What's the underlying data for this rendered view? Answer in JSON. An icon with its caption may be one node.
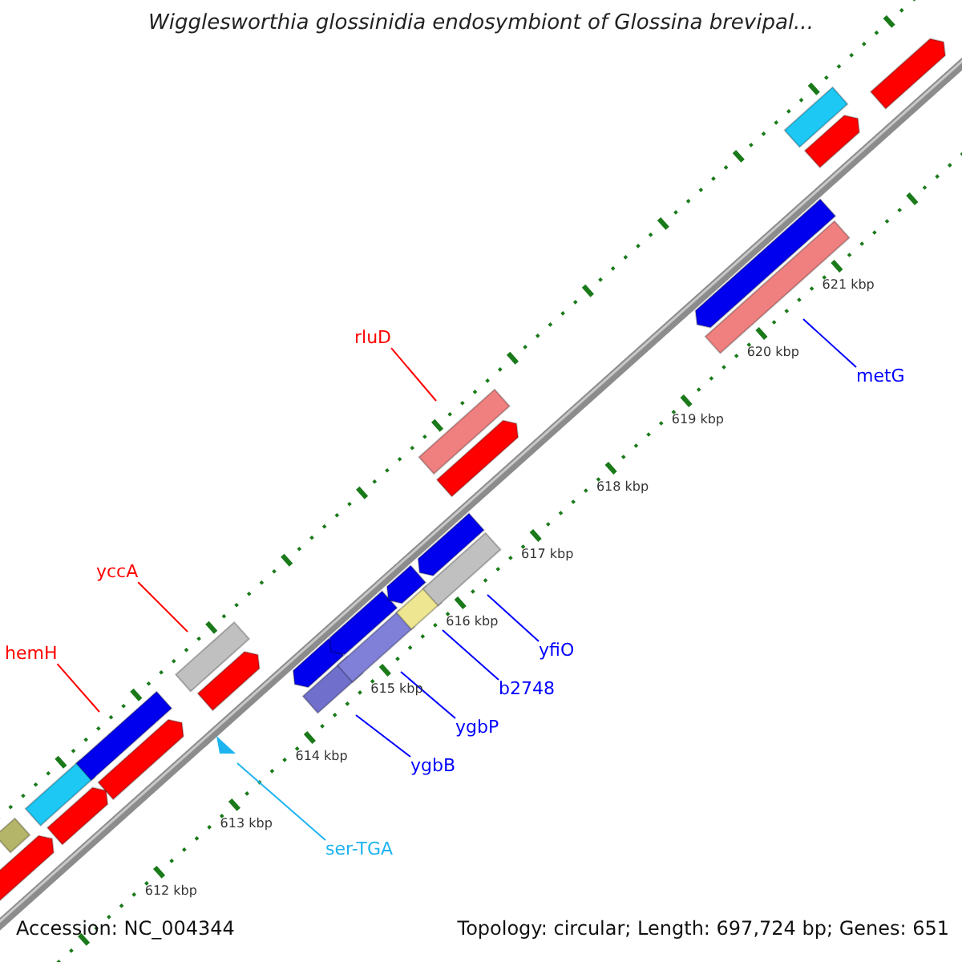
{
  "diagram": {
    "title": "Wigglesworthia glossinidia endosymbiont of Glossina brevipal...",
    "nodes": [
      {
        "text": [
          "hemH"
        ]
      },
      {
        "text": [],
        "shape": "bar"
      },
      {
        "text": [
          "yccA"
        ]
      },
      {
        "text": [],
        "shape": "bar"
      },
      {
        "text": [
          "rluD"
        ]
      },
      {
        "text": [],
        "shape": "bar"
      },
      {
        "text": [
          "ser-TGA"
        ]
      },
      {
        "text": [],
        "shape": "triangle"
      },
      {
        "text": [
          "ygbB"
        ]
      },
      {
        "text": [],
        "shape": "bar"
      },
      {
        "text": [
          "ygbP"
        ]
      },
      {
        "text": [],
        "shape": "bar"
      },
      {
        "text": [
          "b2748"
        ]
      },
      {
        "text": [],
        "shape": "bar"
      },
      {
        "text": [
          "yfiO"
        ]
      },
      {
        "text": [],
        "shape": "bar"
      },
      {
        "text": [
          "metG"
        ]
      },
      {
        "text": [],
        "shape": "bar"
      },
      {
        "text": [],
        "shape": "bar"
      },
      {
        "text": [],
        "shape": "bar"
      },
      {
        "text": [],
        "shape": "bar"
      },
      {
        "text": [],
        "shape": "bar"
      },
      {
        "text": [],
        "shape": "bar"
      },
      {
        "text": [],
        "shape": "bar"
      },
      {
        "text": [],
        "shape": "bar"
      },
      {
        "text": [],
        "shape": "bar"
      },
      {
        "text": [],
        "shape": "bar"
      },
      {
        "text": [],
        "shape": "bar"
      },
      {
        "text": [],
        "shape": "bar"
      },
      {
        "text": [],
        "shape": "bar"
      },
      {
        "text": [],
        "shape": "bar"
      },
      {
        "text": [],
        "shape": "bar"
      },
      {
        "text": [],
        "shape": "bar"
      }
    ],
    "edges": [
      {
        "from": 0,
        "to": 1,
        "arrow": "none",
        "color": "#ff0000"
      },
      {
        "from": 2,
        "to": 3,
        "arrow": "none",
        "color": "#ff0000"
      },
      {
        "from": 4,
        "to": 5,
        "arrow": "none",
        "color": "#ff0000"
      },
      {
        "from": 6,
        "to": 7,
        "arrow": "none",
        "color": "#1eb4f0"
      },
      {
        "from": 8,
        "to": 9,
        "arrow": "none"
      },
      {
        "from": 10,
        "to": 11,
        "arrow": "none"
      },
      {
        "from": 12,
        "to": 13,
        "arrow": "none"
      },
      {
        "from": 14,
        "to": 15,
        "arrow": "none"
      },
      {
        "from": 16,
        "to": 17,
        "arrow": "none"
      }
    ],
    "labels": [
      "612 kbp",
      "613 kbp",
      "614 kbp",
      "615 kbp",
      "616 kbp",
      "617 kbp",
      "618 kbp",
      "619 kbp",
      "620 kbp",
      "621 kbp",
      "Accession: NC_004344",
      "Topology: circular; Length: 697,724 bp; Genes: 651"
    ]
  }
}
